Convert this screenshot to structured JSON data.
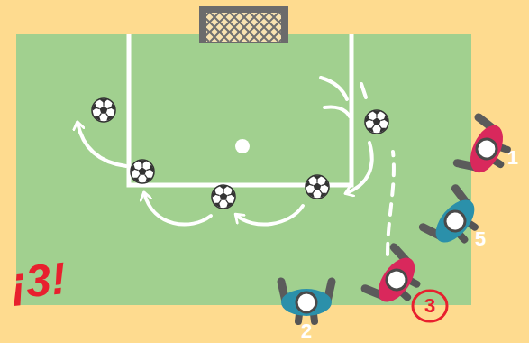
{
  "diagram": {
    "nodes": [
      {
        "text": [
          "1"
        ]
      },
      {
        "text": [
          "5"
        ]
      },
      {
        "text": [
          "3"
        ]
      },
      {
        "text": [
          "2"
        ]
      }
    ],
    "labels": [
      "¡3!"
    ]
  }
}
